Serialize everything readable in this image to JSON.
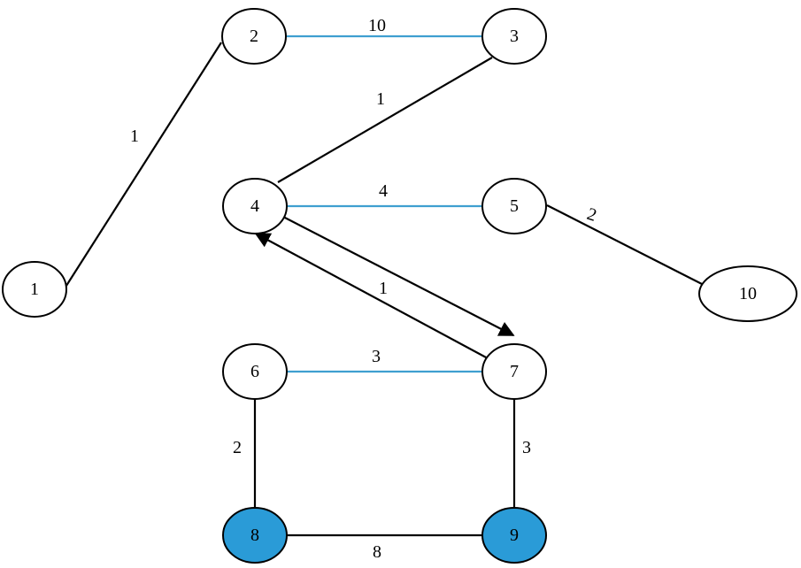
{
  "nodes": [
    {
      "id": "1",
      "label": "1"
    },
    {
      "id": "2",
      "label": "2"
    },
    {
      "id": "3",
      "label": "3"
    },
    {
      "id": "4",
      "label": "4"
    },
    {
      "id": "5",
      "label": "5"
    },
    {
      "id": "6",
      "label": "6"
    },
    {
      "id": "7",
      "label": "7"
    },
    {
      "id": "8",
      "label": "8",
      "highlight": true
    },
    {
      "id": "9",
      "label": "9",
      "highlight": true
    },
    {
      "id": "10",
      "label": "10"
    }
  ],
  "edges": [
    {
      "from": "1",
      "to": "2",
      "weight": "1",
      "color": "#000000",
      "directed": false
    },
    {
      "from": "2",
      "to": "3",
      "weight": "10",
      "color": "#3f9fd0",
      "directed": false
    },
    {
      "from": "3",
      "to": "4",
      "weight": "1",
      "color": "#000000",
      "directed": false
    },
    {
      "from": "4",
      "to": "5",
      "weight": "4",
      "color": "#3f9fd0",
      "directed": false
    },
    {
      "from": "5",
      "to": "10",
      "weight": "2",
      "color": "#000000",
      "directed": false
    },
    {
      "from": "4",
      "to": "7",
      "weight": "1",
      "color": "#000000",
      "directed": true
    },
    {
      "from": "7",
      "to": "4",
      "weight": "",
      "color": "#000000",
      "directed": true
    },
    {
      "from": "6",
      "to": "7",
      "weight": "3",
      "color": "#3f9fd0",
      "directed": false
    },
    {
      "from": "6",
      "to": "8",
      "weight": "2",
      "color": "#000000",
      "directed": false
    },
    {
      "from": "7",
      "to": "9",
      "weight": "3",
      "color": "#000000",
      "directed": false
    },
    {
      "from": "8",
      "to": "9",
      "weight": "8",
      "color": "#000000",
      "directed": false
    }
  ],
  "colors": {
    "highlight_node": "#2a9bd7",
    "blue_edge": "#3f9fd0",
    "black_edge": "#000000"
  }
}
